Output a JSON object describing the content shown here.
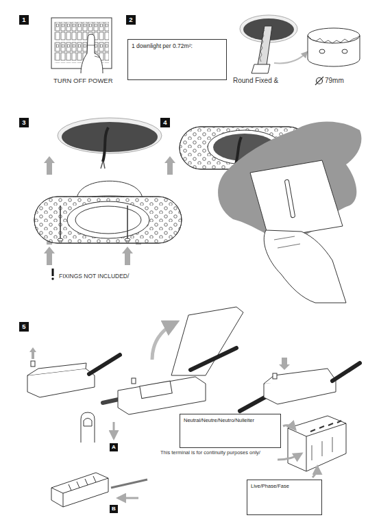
{
  "diagram": {
    "nodes": [
      {
        "text": [
          "1"
        ]
      },
      {
        "text": [
          "2"
        ]
      },
      {
        "text": [
          "1 downlight per 0.72m²:"
        ]
      },
      {
        "text": [
          "3"
        ]
      },
      {
        "text": [
          "4"
        ]
      },
      {
        "text": [
          "5"
        ]
      },
      {
        "text": [
          "Neutral/Neutre/Neutro/Nulleiter"
        ]
      },
      {
        "text": [
          "A"
        ]
      },
      {
        "text": [
          "Live/Phase/Fase"
        ]
      },
      {
        "text": [
          "B"
        ]
      }
    ],
    "labels": [
      "TURN OFF POWER",
      "Round Fixed &",
      "79mm",
      "FIXINGS NOT INCLUDED/",
      "This terminal is for continuity purposes only/"
    ]
  }
}
